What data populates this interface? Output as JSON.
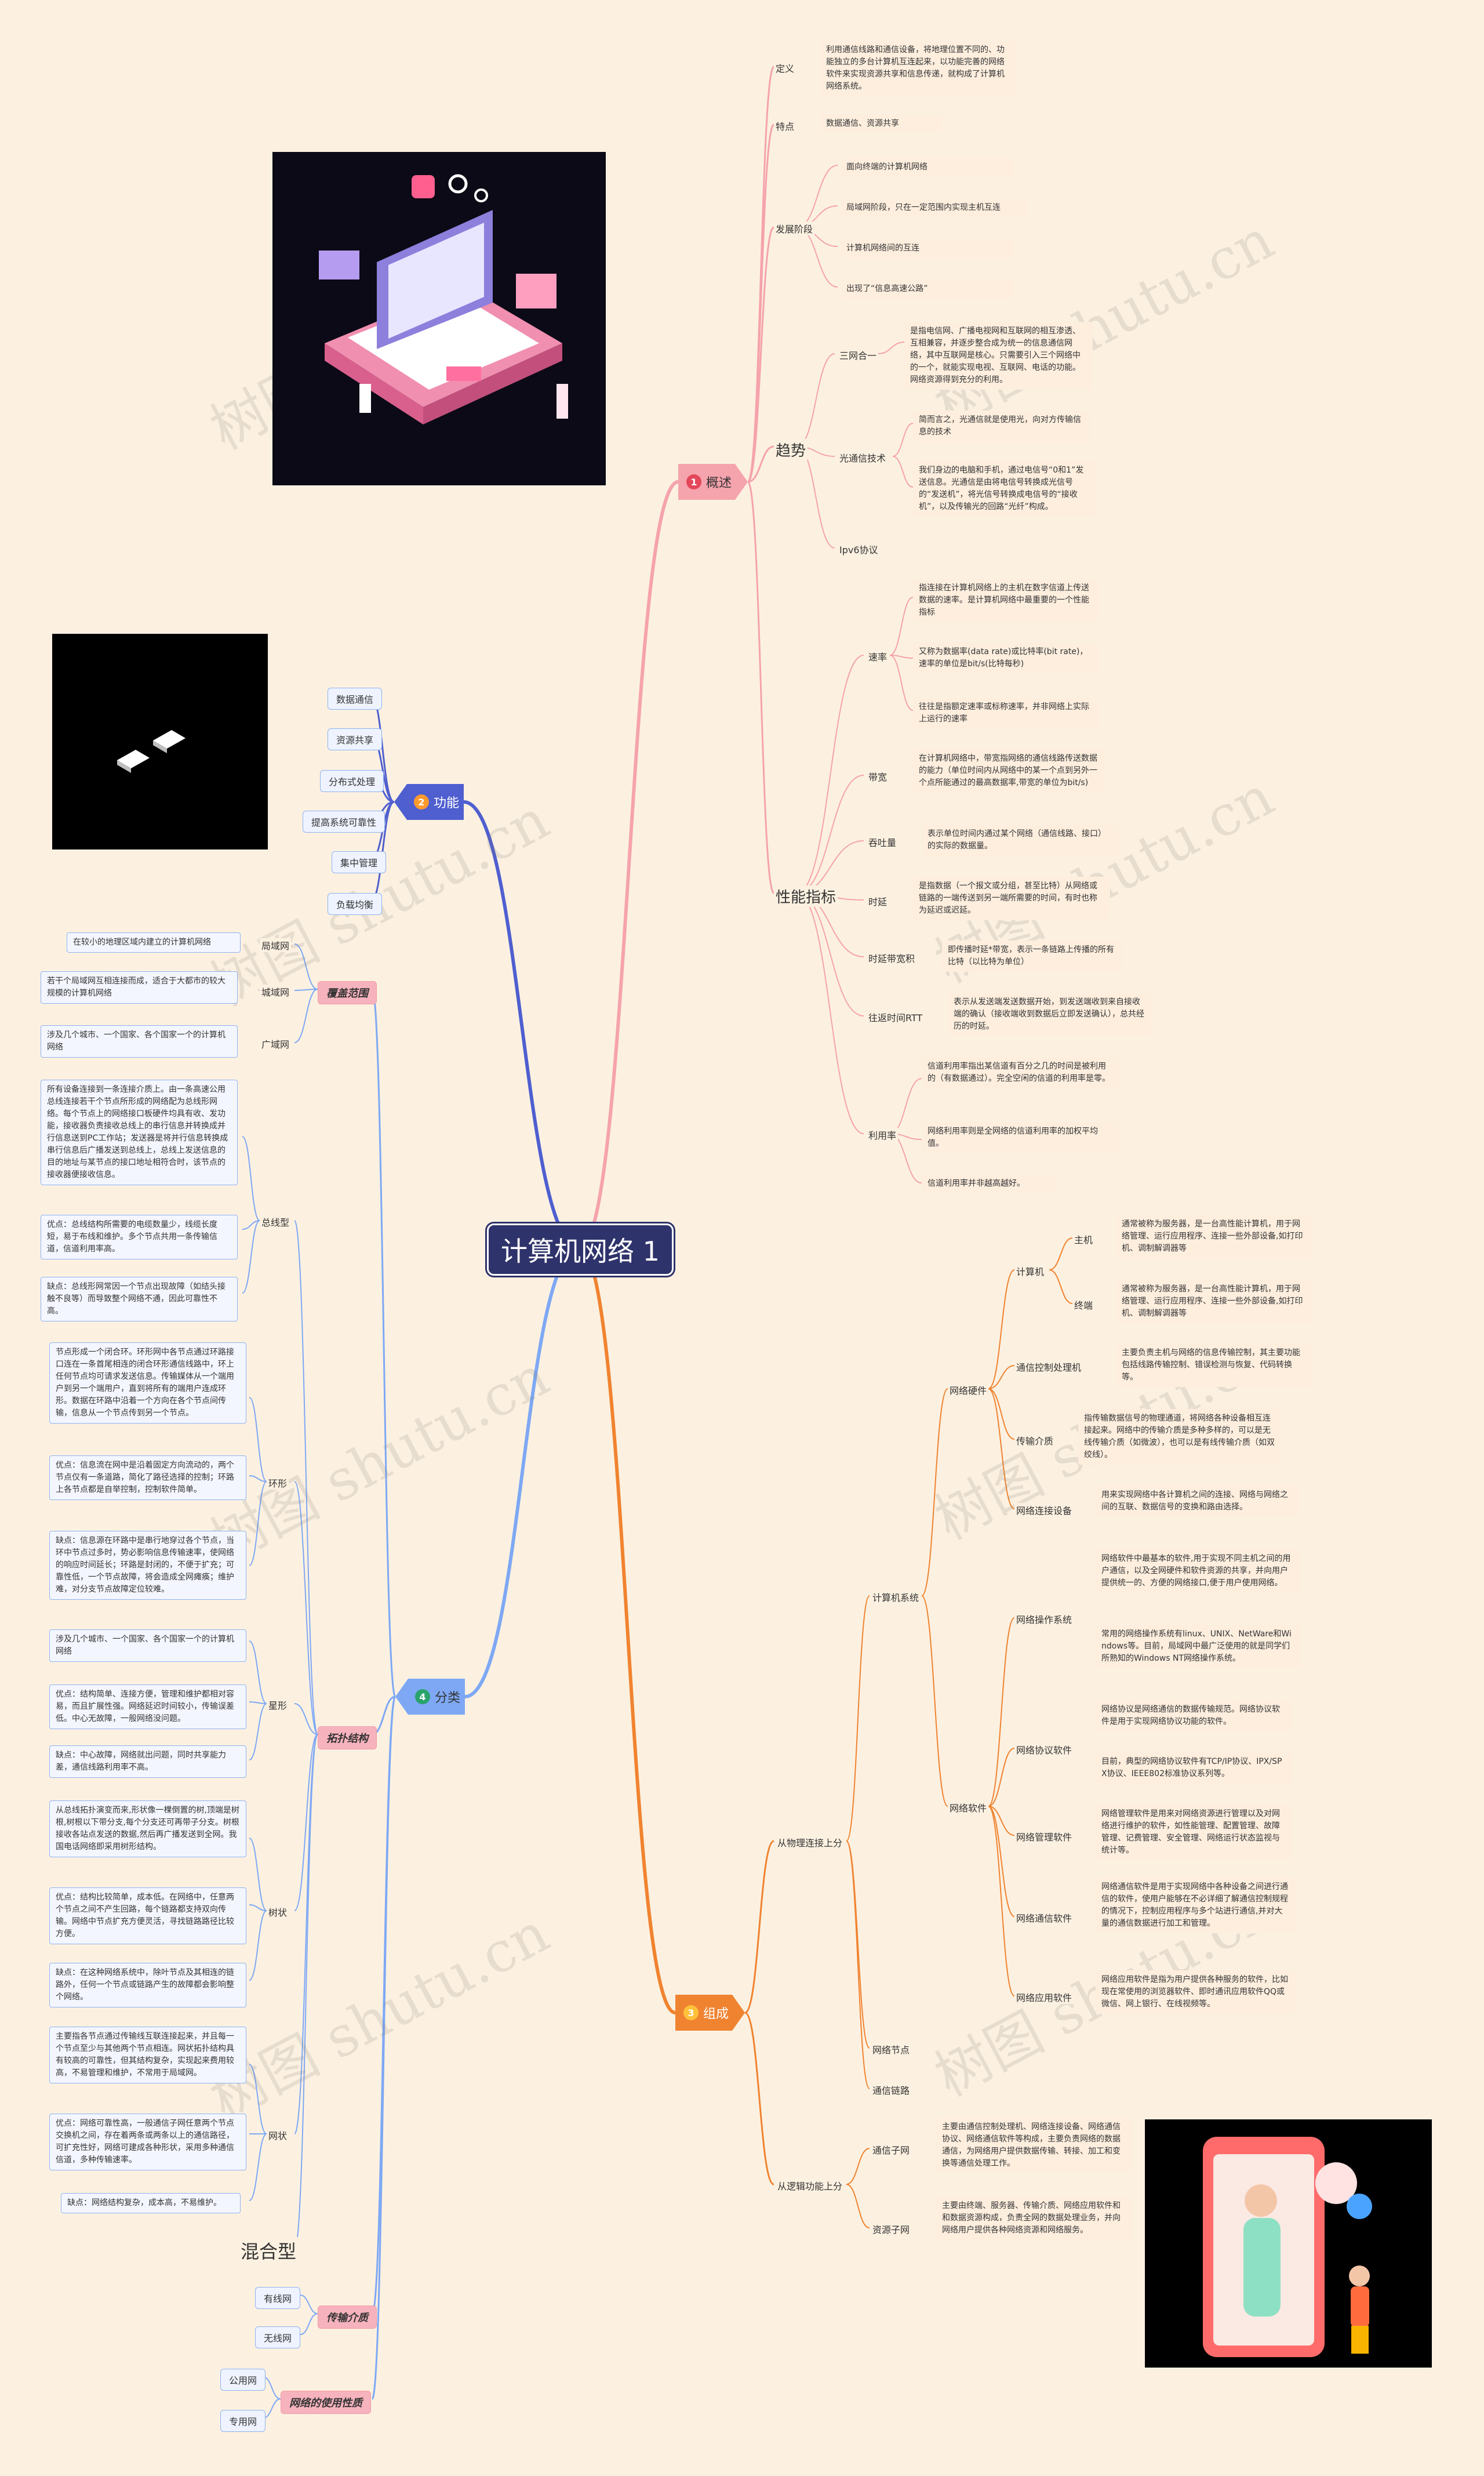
{
  "center": "计算机网络 1",
  "watermark": "树图 shutu.cn",
  "branches": {
    "overview": {
      "num": "1",
      "label": "概述"
    },
    "function": {
      "num": "2",
      "label": "功能"
    },
    "compose": {
      "num": "3",
      "label": "组成"
    },
    "classify": {
      "num": "4",
      "label": "分类"
    }
  },
  "overview": {
    "definition": {
      "label": "定义",
      "text": "利用通信线路和通信设备，将地理位置不同的、功能独立的多台计算机互连起来，以功能完善的网络软件来实现资源共享和信息传递，就构成了计算机网络系统。"
    },
    "features": {
      "label": "特点",
      "text": "数据通信、资源共享"
    },
    "stages": {
      "label": "发展阶段",
      "items": [
        "面向终端的计算机网络",
        "局域网阶段，只在一定范围内实现主机互连",
        "计算机网络间的互连",
        "出现了“信息高速公路”"
      ]
    },
    "trend": {
      "label": "趋势",
      "tri": {
        "label": "三网合一",
        "text": "是指电信网、广播电视网和互联网的相互渗透、互相兼容，并逐步整合成为统一的信息通信网络，其中互联网是核心。只需要引入三个网络中的一个，就能实现电视、互联网、电话的功能。网络资源得到充分的利用。"
      },
      "optical": {
        "label": "光通信技术",
        "texts": [
          "简而言之，光通信就是使用光，向对方传输信息的技术",
          "我们身边的电脑和手机，通过电信号“0和1”发送信息。光通信是由将电信号转换成光信号的“发送机”，将光信号转换成电信号的“接收机”，以及传输光的回路“光纤”构成。"
        ]
      },
      "ipv6": {
        "label": "Ipv6协议"
      }
    },
    "perf": {
      "label": "性能指标",
      "rate": {
        "label": "速率",
        "texts": [
          "指连接在计算机网络上的主机在数字信道上传送数据的速率。是计算机网络中最重要的一个性能指标",
          "又称为数据率(data rate)或比特率(bit rate)，速率的单位是bit/s(比特每秒)",
          "往往是指额定速率或标称速率，并非网络上实际上运行的速率"
        ]
      },
      "bandwidth": {
        "label": "带宽",
        "text": "在计算机网络中，带宽指网络的通信线路传送数据的能力（单位时间内从网络中的某一个点到另外一个点所能通过的最高数据率,带宽的单位为bit/s)"
      },
      "throughput": {
        "label": "吞吐量",
        "text": "表示单位时间内通过某个网络（通信线路、接口）的实际的数据量。"
      },
      "delay": {
        "label": "时延",
        "text": "是指数据（一个报文或分组，甚至比特）从网络或链路的一端传送到另一端所需要的时间，有时也称为延迟或迟延。"
      },
      "bdp": {
        "label": "时延带宽积",
        "text": "即传播时延*带宽，表示一条链路上传播的所有比特（以比特为单位）"
      },
      "rtt": {
        "label": "往返时间RTT",
        "text": "表示从发送端发送数据开始，到发送端收到来自接收端的确认（接收端收到数据后立即发送确认），总共经历的时延。"
      },
      "util": {
        "label": "利用率",
        "texts": [
          "信道利用率指出某信道有百分之几的时间是被利用的（有数据通过）。完全空闲的信道的利用率是零。",
          "网络利用率则是全网络的信道利用率的加权平均值。",
          "信道利用率并非越高越好。"
        ]
      }
    }
  },
  "function": {
    "items": [
      "数据通信",
      "资源共享",
      "分布式处理",
      "提高系统可靠性",
      "集中管理",
      "负载均衡"
    ]
  },
  "compose": {
    "physical": {
      "label": "从物理连接上分",
      "system": {
        "label": "计算机系统",
        "hardware": {
          "label": "网络硬件",
          "computer": {
            "label": "计算机",
            "host": {
              "label": "主机",
              "text": "通常被称为服务器，是一台高性能计算机，用于网络管理、运行应用程序、连接一些外部设备,如打印机、调制解调器等"
            },
            "terminal": {
              "label": "终端",
              "text": "通常被称为服务器，是一台高性能计算机，用于网络管理、运行应用程序、连接一些外部设备,如打印机、调制解调器等"
            }
          },
          "comm": {
            "label": "通信控制处理机",
            "text": "主要负责主机与网络的信息传输控制，其主要功能包括线路传输控制、错误检测与恢复、代码转换等。"
          },
          "media": {
            "label": "传输介质",
            "text": "指传输数据信号的物理通道，将网络各种设备相互连接起来。网络中的传输介质是多种多样的，可以是无线传输介质（如微波），也可以是有线传输介质（如双绞线）。"
          },
          "device": {
            "label": "网络连接设备",
            "text": "用来实现网络中各计算机之间的连接、网络与网络之间的互联、数据信号的变换和路由选择。"
          }
        },
        "software": {
          "label": "网络软件",
          "os": {
            "label": "网络操作系统",
            "texts": [
              "网络软件中最基本的软件,用于实现不同主机之间的用户通信，以及全网硬件和软件资源的共享，并向用户提供统一的、方便的网络接口,便于用户使用网络。",
              "常用的网络操作系统有linux、UNIX、NetWare和Windows等。目前，局域网中最广泛使用的就是同学们所熟知的Windows NT网络操作系统。"
            ]
          },
          "protocol": {
            "label": "网络协议软件",
            "texts": [
              "网络协议是网络通信的数据传输规范。网络协议软件是用于实现网络协议功能的软件。",
              "目前，典型的网络协议软件有TCP/IP协议、IPX/SPX协议、IEEE802标准协议系列等。"
            ]
          },
          "mgmt": {
            "label": "网络管理软件",
            "text": "网络管理软件是用来对网络资源进行管理以及对网络进行维护的软件，如性能管理、配置管理、故障管理、记费管理、安全管理、网络运行状态监视与统计等。"
          },
          "commsw": {
            "label": "网络通信软件",
            "text": "网络通信软件是用于实现网络中各种设备之间进行通信的软件，使用户能够在不必详细了解通信控制规程的情况下，控制应用程序与多个站进行通信,并对大量的通信数据进行加工和管理。"
          },
          "app": {
            "label": "网络应用软件",
            "text": "网络应用软件是指为用户提供各种服务的软件，比如现在常使用的浏览器软件、即时通讯应用软件QQ或微信、网上银行、在线视频等。"
          }
        }
      },
      "node": {
        "label": "网络节点"
      },
      "link": {
        "label": "通信链路"
      }
    },
    "logical": {
      "label": "从逻辑功能上分",
      "comm": {
        "label": "通信子网",
        "text": "主要由通信控制处理机、网络连接设备、网络通信协议、网络通信软件等构成，主要负责网络的数据通信，为网络用户提供数据传输、转接、加工和变换等通信处理工作。"
      },
      "res": {
        "label": "资源子网",
        "text": "主要由终端、服务器、传输介质、网络应用软件和和数据资源构成，负责全网的数据处理业务，并向网络用户提供各种网络资源和网络服务。"
      }
    }
  },
  "classify": {
    "coverage": {
      "label": "覆盖范围",
      "lan": {
        "label": "局域网",
        "text": "在较小的地理区域内建立的计算机网络"
      },
      "man": {
        "label": "城域网",
        "text": "若干个局域网互相连接而成，适合于大都市的较大规模的计算机网络"
      },
      "wan": {
        "label": "广域网",
        "text": "涉及几个城市、一个国家、各个国家一个的计算机网络"
      }
    },
    "topology": {
      "label": "拓扑结构",
      "bus": {
        "label": "总线型",
        "texts": [
          "所有设备连接到一条连接介质上。由一条高速公用总线连接若干个节点所形成的网络配为总线形网络。每个节点上的网络接口板硬件均具有收、发功能，接收器负责接收总线上的串行信息并转换成并行信息送到PC工作站；发送器是将并行信息转换成串行信息后广播发送到总线上，总线上发送信息的目的地址与某节点的接口地址相符合时，该节点的接收器便接收信息。",
          "优点：总线结构所需要的电缆数量少，线缆长度短，易于布线和维护。多个节点共用一条传输信道，信道利用率高。",
          "缺点：总线形网常因一个节点出现故障（如结头接触不良等）而导致整个网络不通，因此可靠性不高。"
        ]
      },
      "ring": {
        "label": "环形",
        "texts": [
          "节点形成一个闭合环。环形网中各节点通过环路接口连在一条首尾相连的闭合环形通信线路中，环上任何节点均可请求发送信息。传输媒体从一个端用户到另一个端用户，直到将所有的端用户连成环形。数据在环路中沿着一个方向在各个节点间传输，信息从一个节点传到另一个节点。",
          "优点：信息流在网中是沿着固定方向流动的，两个节点仅有一条道路，简化了路径选择的控制；环路上各节点都是自举控制，控制软件简单。",
          "缺点：信息源在环路中是串行地穿过各个节点，当环中节点过多时，势必影响信息传输速率，使网络的响应时间延长；环路是封闭的，不便于扩充；可靠性低，一个节点故障，将会造成全网瘫痪；维护难，对分支节点故障定位较难。"
        ]
      },
      "star": {
        "label": "星形",
        "texts": [
          "涉及几个城市、一个国家、各个国家一个的计算机网络",
          "优点：结构简单、连接方便，管理和维护都相对容易，而且扩展性强。网络延迟时间较小，传输误差低。中心无故障，一般网络没问题。",
          "缺点：中心故障，网络就出问题，同时共享能力差，通信线路利用率不高。"
        ]
      },
      "tree": {
        "label": "树状",
        "texts": [
          "从总线拓扑演变而来,形状像一棵倒置的树,顶端是树根,树根以下带分支,每个分支还可再带子分支。树根接收各站点发送的数据,然后再广播发送到全网。我国电话网络即采用树形结构。",
          "优点：结构比较简单，成本低。在网络中，任意两个节点之间不产生回路，每个链路都支持双向传输。网络中节点扩充方便灵活，寻找链路路径比较方便。",
          "缺点：在这种网络系统中，除叶节点及其相连的链路外，任何一个节点或链路产生的故障都会影响整个网络。"
        ]
      },
      "mesh": {
        "label": "网状",
        "texts": [
          "主要指各节点通过传输线互联连接起来，并且每一个节点至少与其他两个节点相连。网状拓扑结构具有较高的可靠性，但其结构复杂，实现起来费用较高，不易管理和维护，不常用于局域网。",
          "优点：网络可靠性高，一般通信子网任意两个节点交换机之间，存在着两条或两条以上的通信路径，可扩充性好，网络可建成各种形状，采用多种通信信道，多种传输速率。",
          "缺点：网络结构复杂，成本高，不易维护。"
        ]
      },
      "mixed": {
        "label": "混合型"
      }
    },
    "medium": {
      "label": "传输介质",
      "wired": "有线网",
      "wireless": "无线网"
    },
    "usage": {
      "label": "网络的使用性质",
      "public": "公用网",
      "private": "专用网"
    }
  }
}
